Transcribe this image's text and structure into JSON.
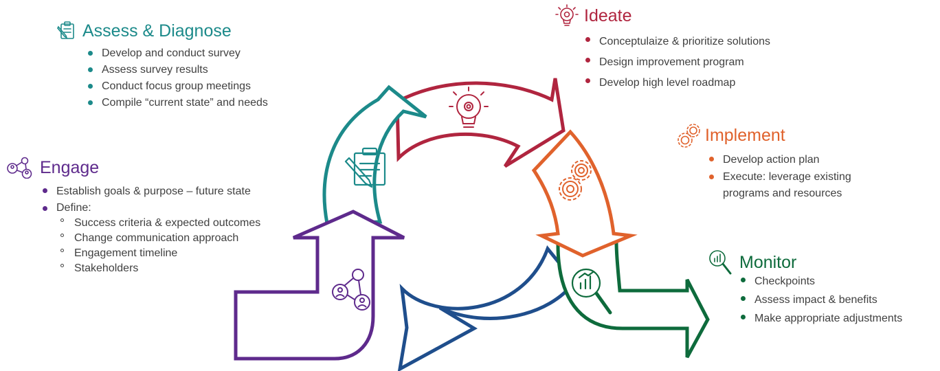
{
  "colors": {
    "assess": "#1C8A8A",
    "ideate": "#B0253F",
    "implement": "#E0622C",
    "monitor": "#0E6B3C",
    "engage": "#5E2A8C",
    "return": "#1F4E8C"
  },
  "assess": {
    "title": "Assess & Diagnose",
    "icon": "clipboard-icon",
    "items": [
      "Develop and conduct survey",
      "Assess survey results",
      "Conduct focus group meetings",
      "Compile “current state” and needs"
    ]
  },
  "ideate": {
    "title": "Ideate",
    "icon": "lightbulb-gear-icon",
    "items": [
      "Conceptulaize & prioritize solutions",
      "Design improvement program",
      "Develop high level roadmap"
    ]
  },
  "implement": {
    "title": "Implement",
    "icon": "gears-icon",
    "items": [
      "Develop action plan",
      "Execute: leverage existing programs and resources"
    ]
  },
  "engage": {
    "title": "Engage",
    "icon": "network-people-icon",
    "items": [
      "Establish goals & purpose – future state",
      "Define:"
    ],
    "subitems": [
      "Success criteria & expected outcomes",
      "Change communication approach",
      "Engagement timeline",
      "Stakeholders"
    ]
  },
  "monitor": {
    "title": "Monitor",
    "icon": "magnifier-chart-icon",
    "items": [
      "Checkpoints",
      "Assess impact & benefits",
      "Make appropriate adjustments"
    ]
  }
}
